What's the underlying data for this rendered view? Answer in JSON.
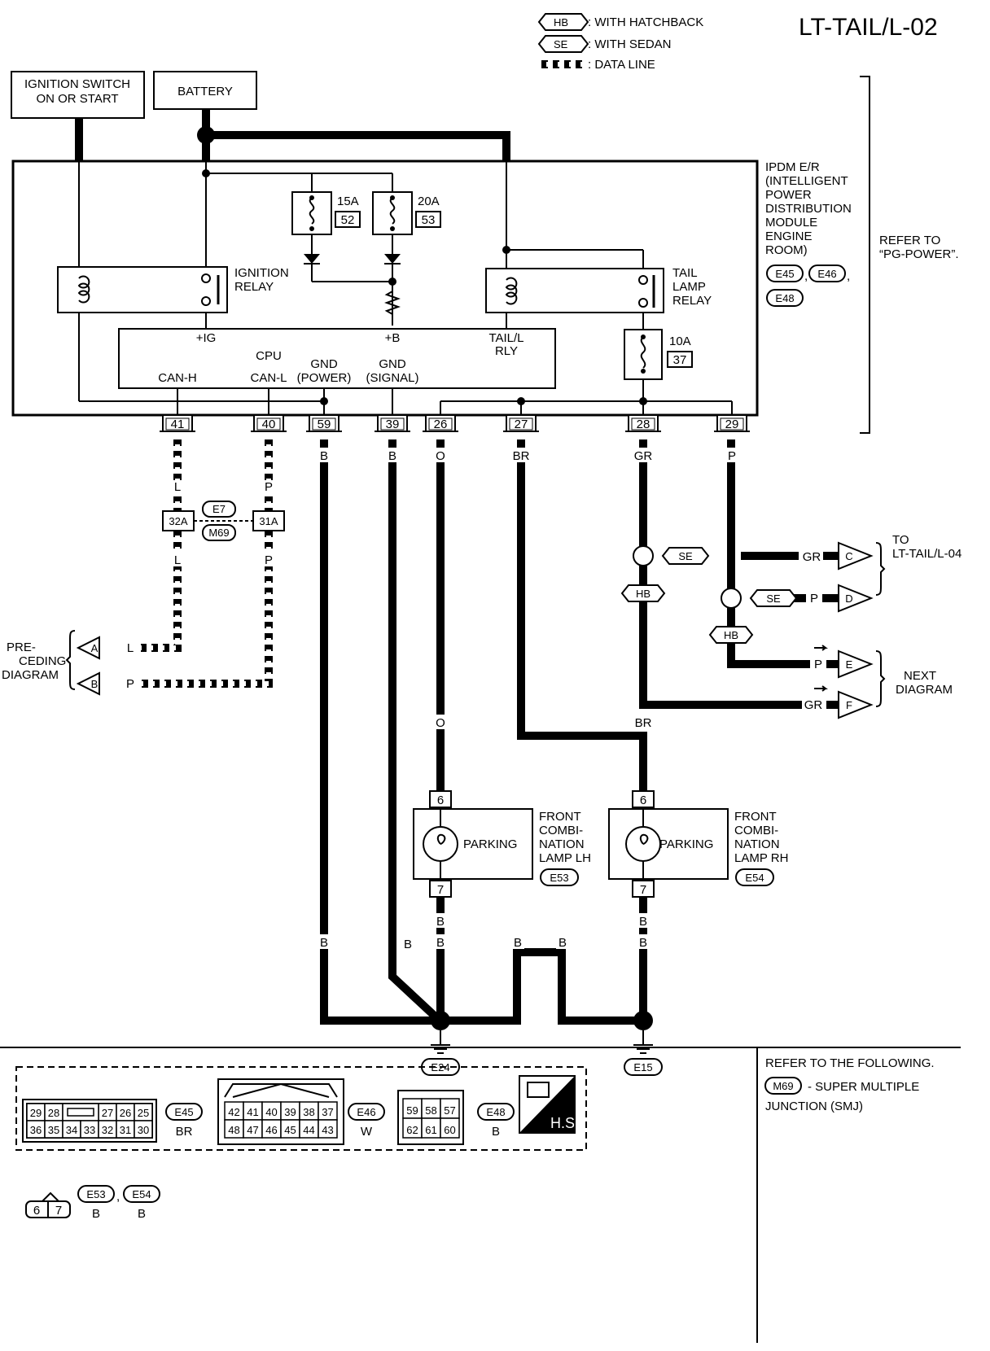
{
  "title": "LT-TAIL/L-02",
  "legend": {
    "hb_tag": "HB",
    "hb_text": ": WITH HATCHBACK",
    "se_tag": "SE",
    "se_text": ": WITH SEDAN",
    "data_text": ": DATA LINE"
  },
  "ignition_switch": [
    "IGNITION SWITCH",
    "ON OR START"
  ],
  "battery": "BATTERY",
  "ipdm": {
    "label": [
      "IPDM E/R",
      "(INTELLIGENT",
      "POWER",
      "DISTRIBUTION",
      "MODULE",
      "ENGINE",
      "ROOM)"
    ],
    "connectors": [
      "E45",
      "E46",
      "E48"
    ],
    "sep": ",",
    "refer": [
      "REFER TO",
      "“PG-POWER”."
    ]
  },
  "fuses": {
    "f52": {
      "amp": "15A",
      "num": "52"
    },
    "f53": {
      "amp": "20A",
      "num": "53"
    },
    "f37": {
      "amp": "10A",
      "num": "37"
    }
  },
  "ignition_relay": [
    "IGNITION",
    "RELAY"
  ],
  "tail_lamp_relay": [
    "TAIL",
    "LAMP",
    "RELAY"
  ],
  "cpu": {
    "title": "CPU",
    "ig": "+IG",
    "b": "+B",
    "tail": [
      "TAIL/L",
      "RLY"
    ],
    "canh": "CAN-H",
    "canl": "CAN-L",
    "gnd_power": [
      "GND",
      "(POWER)"
    ],
    "gnd_signal": [
      "GND",
      "(SIGNAL)"
    ]
  },
  "pins": [
    "41",
    "40",
    "59",
    "39",
    "26",
    "27",
    "28",
    "29"
  ],
  "wire_colors": {
    "p41": "L",
    "p40": "P",
    "p59": "B",
    "p39": "B",
    "p26": "O",
    "p27": "BR",
    "p28": "GR",
    "p29": "P"
  },
  "junction": {
    "left": "32A",
    "right": "31A",
    "e7": "E7",
    "m69": "M69"
  },
  "preceding": {
    "label": [
      "PRE-",
      "CEDING",
      "DIAGRAM"
    ],
    "a": "A",
    "b": "B",
    "a_color": "L",
    "b_color": "P"
  },
  "to_lt": {
    "label": [
      "TO",
      "LT-TAIL/L-04"
    ],
    "c": "C",
    "d": "D",
    "c_color": "GR",
    "d_color": "P"
  },
  "next": {
    "label": [
      "NEXT",
      "DIAGRAM"
    ],
    "e": "E",
    "f": "F",
    "e_color": "P",
    "f_color": "GR"
  },
  "se_tag": "SE",
  "hb_tag": "HB",
  "lamp_lh": {
    "pin_top": "6",
    "pin_bot": "7",
    "parking": "PARKING",
    "label": [
      "FRONT",
      "COMBI-",
      "NATION",
      "LAMP LH"
    ],
    "conn": "E53",
    "top_color": "O",
    "bot_color": "B"
  },
  "lamp_rh": {
    "pin_top": "6",
    "pin_bot": "7",
    "parking": "PARKING",
    "label": [
      "FRONT",
      "COMBI-",
      "NATION",
      "LAMP RH"
    ],
    "conn": "E54",
    "top_color": "BR",
    "bot_color": "B"
  },
  "ground_colors": [
    "B",
    "B",
    "B",
    "B",
    "B",
    "B"
  ],
  "grounds": {
    "e24": "E24",
    "e15": "E15"
  },
  "connectors_panel": {
    "e45": {
      "top": [
        "29",
        "28",
        "27",
        "26",
        "25"
      ],
      "bottom": [
        "36",
        "35",
        "34",
        "33",
        "32",
        "31",
        "30"
      ],
      "id": "E45",
      "color": "BR"
    },
    "e46": {
      "top": [
        "42",
        "41",
        "40",
        "39",
        "38",
        "37"
      ],
      "bottom": [
        "48",
        "47",
        "46",
        "45",
        "44",
        "43"
      ],
      "id": "E46",
      "color": "W"
    },
    "e48": {
      "top": [
        "59",
        "58",
        "57"
      ],
      "bottom": [
        "62",
        "61",
        "60"
      ],
      "id": "E48",
      "color": "B"
    },
    "hs": "H.S.",
    "small": {
      "pins": [
        "6",
        "7"
      ],
      "c1": "E53",
      "c2": "E54",
      "sep": ",",
      "col1": "B",
      "col2": "B"
    }
  },
  "refer_following": {
    "line1": "REFER TO THE FOLLOWING.",
    "tag": "M69",
    "line2": "- SUPER MULTIPLE",
    "line3": "JUNCTION (SMJ)"
  }
}
